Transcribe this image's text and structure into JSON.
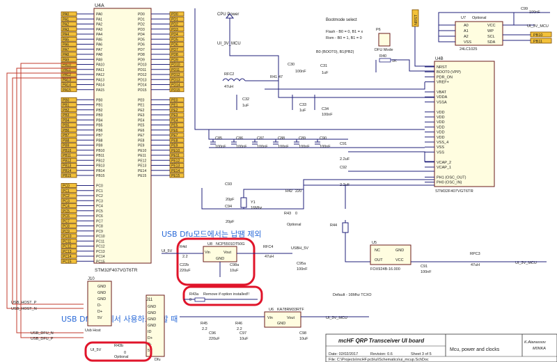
{
  "mcu_a": {
    "ref": "U4A",
    "part": "STM32F407VGT6TR",
    "left_pins": [
      "PA0",
      "PA1",
      "PA2",
      "PA3",
      "PA4",
      "PA5",
      "PA6",
      "PA7",
      "PA8",
      "PA9",
      "PA10",
      "PA11",
      "PA12",
      "PA13",
      "PA14",
      "PA15",
      "",
      "PB0",
      "PB1",
      "PB2",
      "PB3",
      "PB4",
      "PB5",
      "PB6",
      "PB7",
      "PB8",
      "PB9",
      "PB10",
      "PB11",
      "PB12",
      "PB13",
      "PB14",
      "PB15",
      "",
      "PC0",
      "PC1",
      "PC2",
      "PC3",
      "PC4",
      "PC5",
      "PC6",
      "PC7",
      "PC8",
      "PC9",
      "PC10",
      "PC11",
      "PC12",
      "PC13",
      "PC14",
      "PC15"
    ],
    "right_pins": [
      "PD0",
      "PD1",
      "PD2",
      "PD3",
      "PD4",
      "PD5",
      "PD6",
      "PD7",
      "PD8",
      "PD9",
      "PD10",
      "PD11",
      "PD12",
      "PD13",
      "PD14",
      "PD15",
      "",
      "PE0",
      "PE1",
      "PE2",
      "PE3",
      "PE4",
      "PE5",
      "PE6",
      "PE7",
      "PE8",
      "PE9",
      "PE10",
      "PE11",
      "PE12",
      "PE13",
      "PE14",
      "PE15"
    ]
  },
  "cpu_power": {
    "label": "CPU Power",
    "net": "UI_3V_MCU"
  },
  "bootmode": {
    "title": "Bootmode select",
    "line1": "Flash - B0 = 0, B1 = x",
    "line2": "Rom - B0 = 1, B1 = 0",
    "line3": "B0 (BOOT0), B1(PB2)",
    "p6": "P6",
    "dfu": "DFU Mode",
    "r40": "R40",
    "r40v": "1K"
  },
  "nrst": "NRST",
  "u7": {
    "ref": "U7",
    "opt": "Optional",
    "part": "24LC1025",
    "pins_l": [
      "A0",
      "A1",
      "A2",
      "VSS"
    ],
    "pins_r": [
      "VCC",
      "WP",
      "SCL",
      "SDA"
    ],
    "c99": "C99",
    "c99v": "100nF",
    "net": "UI_3V_MCU",
    "pb10": "PB10",
    "pb11": "PB11"
  },
  "mcu_b": {
    "ref": "U4B",
    "part": "STM32F407VGT6TR",
    "pins": [
      "NRST",
      "BOOT0 (VPP)",
      "PDR_ON",
      "VREF+",
      "",
      "VBAT",
      "VDDA",
      "VSSA",
      "",
      "VDD",
      "VDD",
      "VDD",
      "VDD",
      "VDD",
      "VDD",
      "VSS_4",
      "VSS",
      "VSS",
      "",
      "VCAP_2",
      "VCAP_1",
      "",
      "PH1 (OSC_OUT)",
      "PH0 (OSC_IN)"
    ]
  },
  "passives": {
    "rfc2": "RFC2",
    "rfc2v": "47uH",
    "r41": "R41",
    "r41v": "47",
    "c30": "C30",
    "c30v": "100nF",
    "c31": "C31",
    "c31v": "1uF",
    "c32": "C32",
    "c32v": "1uF",
    "c33": "C33",
    "c33v": "1uF",
    "c34": "C34",
    "c34v": "100nF",
    "c85": "C85",
    "c86": "C86",
    "c87": "C87",
    "c88": "C88",
    "c89": "C89",
    "c90": "C90",
    "cv": "100nF",
    "c91": "C91",
    "c92": "C92",
    "c9xv": "2.2uF",
    "c93": "C93",
    "c94": "C94",
    "c9yv": "20pF",
    "r42": "R42",
    "r42v": "220",
    "y1": "Y1",
    "y1v": "16Mhz",
    "r43": "R43",
    "r43v": "0",
    "opt": "Optional"
  },
  "ann": {
    "top": "USB Dfu모드에서는 납땜 제외",
    "bottom": "USB Dfu모드에서 사용하고자 할 때"
  },
  "u8": {
    "ref": "U8",
    "part": "NCP5501DT50G",
    "vin": "Vin",
    "vout": "Vout",
    "gnd": "GND",
    "r4d": "R4d",
    "r4dv": "2.2",
    "c22b": "C22b",
    "c22bv": "220uF",
    "c98a": "C98a",
    "c98av": "10uF",
    "net": "UI_5V"
  },
  "rfc4": {
    "ref": "RFC4",
    "v": "47uH",
    "net": "USBH_5V",
    "c95a": "C95a",
    "c95av": "100nF"
  },
  "r43a": {
    "ref": "R43a",
    "text": "Remove if option installed!!",
    "v": "0"
  },
  "u6": {
    "ref": "U6",
    "part": "KA78RM33RTF",
    "vin": "Vin",
    "vout": "Vout",
    "gnd": "GND",
    "net": "UI_3V_MCU",
    "r45": "R45",
    "r45v": "2.2",
    "r46": "R46",
    "r46v": "2.2",
    "c96": "C96",
    "c96v": "220uF",
    "c97": "C97",
    "c97v": "10uF",
    "c98": "C98",
    "c98v": "10uF"
  },
  "u5": {
    "ref": "U5",
    "nc": "NC",
    "gnd": "GND",
    "out": "OUT",
    "vcc": "VCC",
    "part": "FOX924B-16.000",
    "r44": "R44",
    "rpc3": "RPC3",
    "rpc3v": "47uH",
    "c91b": "C91",
    "c91bv": "100nF",
    "net": "UI_3V_MCU",
    "default": "Default - 16Mhz TCXO"
  },
  "j10": {
    "ref": "J10",
    "pins": [
      "GND",
      "GND",
      "GND",
      "D-",
      "D+",
      "5V"
    ],
    "name": "Usb Host",
    "n1": "USB_HOST_P",
    "n2": "USB_HOST_N"
  },
  "j11": {
    "ref": "J11",
    "pins": [
      "GND",
      "GND",
      "GND",
      "GND",
      "ID",
      "D+",
      "D-",
      "5V"
    ],
    "name": "Dfu",
    "n1": "USB_DFU_N",
    "n2": "USB_DFU_P",
    "net": "UI_5V",
    "r43b": "R43b",
    "r43bv": "0",
    "opt": "Optional"
  },
  "title_block": {
    "title": "mcHF QRP Transceiver UI board",
    "sheet_name": "Mcu, power and clocks",
    "author": "K.Atanassov",
    "call": "M0NKA",
    "date": "Date: 02/02/2017",
    "rev": "Revision: 0.6",
    "sheet": "Sheet 3 of 5",
    "file": "File: C:\\Projects\\mcHF.pcb\\ui\\Schematics\\ui_mcup.SchDoc"
  }
}
